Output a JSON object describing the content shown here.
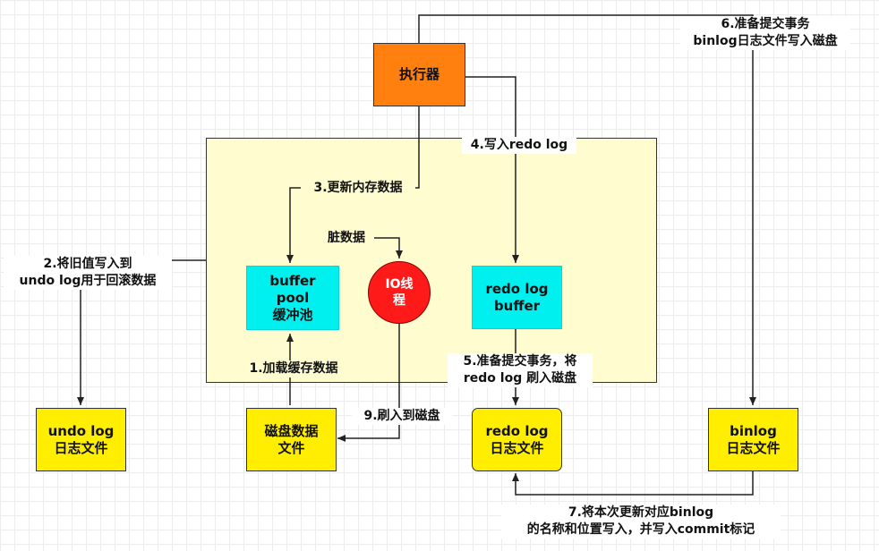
{
  "nodes": {
    "executor": "执行器",
    "buffer_pool": "buffer\npool\n缓冲池",
    "io_thread": "IO线\n程",
    "redo_log_buffer": "redo log\nbuffer",
    "undo_log_file": "undo log\n日志文件",
    "disk_data_file": "磁盘数据\n文件",
    "redo_log_file": "redo log\n日志文件",
    "binlog_file": "binlog\n日志文件"
  },
  "steps": {
    "step1": "1.加载缓存数据",
    "step2": "2.将旧值写入到\nundo log用于回滚数据",
    "step3": "3.更新内存数据",
    "step4": "4.写入redo log",
    "step5": "5.准备提交事务，将\nredo log 刷入磁盘",
    "step6": "6.准备提交事务\nbinlog日志文件写入磁盘",
    "step7": "7.将本次更新对应binlog\n的名称和位置写入，并写入commit标记",
    "step9": "9.刷入到磁盘",
    "dirty_data": "脏数据"
  },
  "colors": {
    "executor": "#ff7f0f",
    "file_box": "#ffee00",
    "memory_box": "#00f0f0",
    "io_thread": "#ff1a1a",
    "memory_region": "#fffcd0"
  }
}
